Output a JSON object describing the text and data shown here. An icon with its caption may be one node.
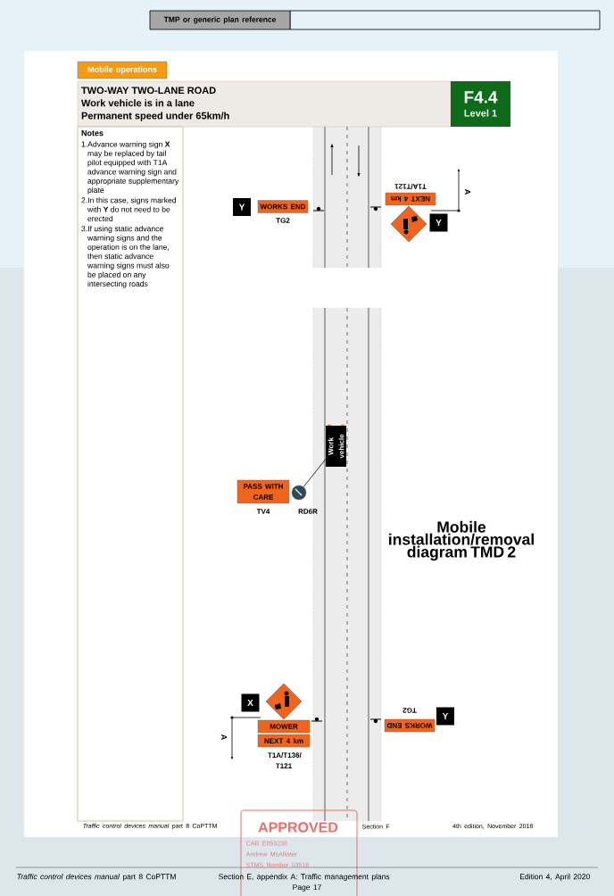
{
  "diagram": {
    "nodes": [
      {
        "text": [
          "Mobile operations"
        ]
      },
      {
        "text": [
          "TWO-WAY TWO-LANE ROAD",
          "Work vehicle is in a lane",
          "Permanent speed under 65km/h"
        ]
      },
      {
        "text": [
          "F4.4",
          "Level 1"
        ]
      },
      {
        "text": [
          "Notes",
          "1.Advance warning sign **X** may be replaced by tail pilot equipped with T1A advance warning sign and appropriate supplementary plate",
          "2.In this case, signs marked with **Y** do not need to be erected",
          "3.If using static advance warning signs and the operation is on the lane, then static advance warning signs must also be placed on any intersecting roads"
        ]
      },
      {
        "text": [
          "Y"
        ]
      },
      {
        "text": [
          "WORKS END"
        ],
        "beside": [
          "TG2"
        ]
      },
      {
        "text": [
          "NEXT 4 km"
        ],
        "beside": [
          "T1A/T121"
        ]
      },
      {
        "text": [
          "Y"
        ]
      },
      {
        "text": [
          "Work vehicle"
        ]
      },
      {
        "text": [
          "PASS WITH CARE"
        ],
        "beside": [
          "TV4"
        ]
      },
      {
        "text": [],
        "shape": "circle",
        "beside": [
          "RD6R"
        ]
      },
      {
        "text": [
          "X"
        ]
      },
      {
        "text": [
          "MOWER"
        ]
      },
      {
        "text": [
          "NEXT 4 km"
        ],
        "beside": [
          "T1A/T136/ T121"
        ]
      },
      {
        "text": [
          "WORKS END"
        ],
        "beside": [
          "TG2"
        ]
      },
      {
        "text": [
          "Y"
        ]
      }
    ],
    "edges": [
      {
        "from": 10,
        "to": 8,
        "arrow": "none"
      }
    ],
    "labels": [
      "TMP or generic plan reference",
      "A",
      "A",
      "Mobile installation/removal diagram TMD 2",
      "*Traffic control devices manual* part 8 CoPTTM",
      "Section F",
      "4th edition, November 2018",
      "APPROVED",
      "CAR E859238",
      "Andrew McAllister",
      "STMS Number 03518",
      "*Traffic control devices manual* part 8 CoPTTM",
      "Section E, appendix A: Traffic management plans",
      "Edition 4, April 2020",
      "Page 17"
    ]
  }
}
